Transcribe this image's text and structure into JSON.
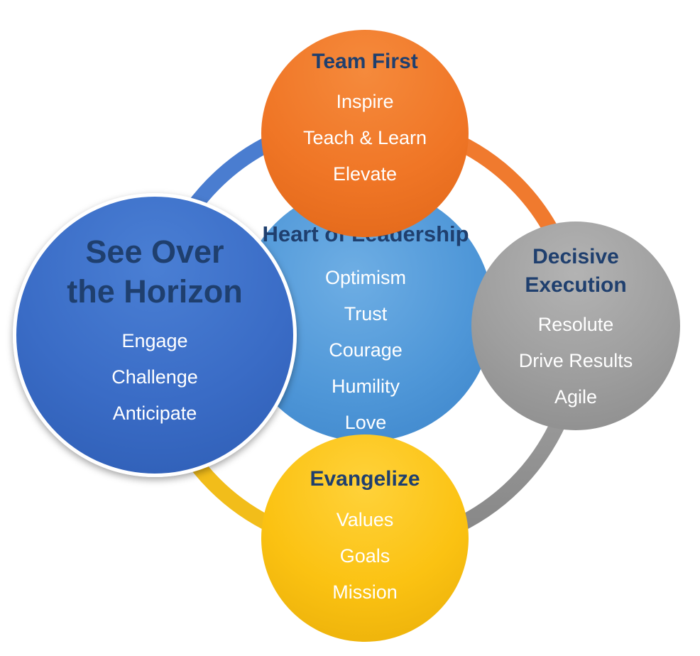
{
  "colors": {
    "ring_blue": "#4a7dd0",
    "ring_orange": "#f07a2e",
    "ring_gray": "#9a9a9a",
    "ring_yellow": "#f2bd1a",
    "title_text": "#1f3f6e",
    "item_text": "#ffffff"
  },
  "heart": {
    "title": "Heart of Leadership",
    "items": [
      "Optimism",
      "Trust",
      "Courage",
      "Humility",
      "Love"
    ]
  },
  "team_first": {
    "title": "Team First",
    "items": [
      "Inspire",
      "Teach & Learn",
      "Elevate"
    ]
  },
  "decisive_execution": {
    "title_line1": "Decisive",
    "title_line2": "Execution",
    "items": [
      "Resolute",
      "Drive Results",
      "Agile"
    ]
  },
  "evangelize": {
    "title": "Evangelize",
    "items": [
      "Values",
      "Goals",
      "Mission"
    ]
  },
  "see_over_horizon": {
    "title_line1": "See Over",
    "title_line2": "the Horizon",
    "items": [
      "Engage",
      "Challenge",
      "Anticipate"
    ]
  }
}
